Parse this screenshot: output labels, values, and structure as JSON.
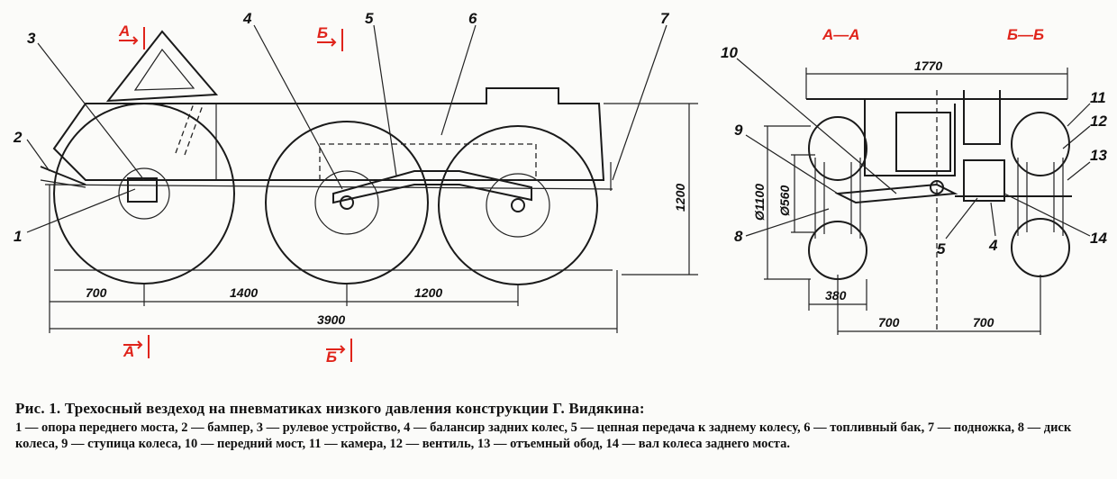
{
  "figure": {
    "section_labels": {
      "a_a": "А—А",
      "b_b": "Б—Б",
      "a": "А",
      "b": "Б"
    },
    "callouts_side": [
      "1",
      "2",
      "3",
      "4",
      "5",
      "6",
      "7"
    ],
    "callouts_section": [
      "8",
      "9",
      "10",
      "11",
      "12",
      "13",
      "14",
      "5",
      "4"
    ],
    "dimensions_side": {
      "front_overhang": "700",
      "wheelbase_1": "1400",
      "wheelbase_2": "1200",
      "length": "3900",
      "height": "1200"
    },
    "dimensions_section": {
      "width": "1770",
      "tire_diameter": "Ø1100",
      "rim_diameter": "Ø560",
      "tire_width": "380",
      "half_track_left": "700",
      "half_track_right": "700"
    }
  },
  "caption": {
    "title": "Рис. 1. Трехосный вездеход на пневматиках низкого давления конструкции Г. Видякина:",
    "body": "1 — опора переднего моста, 2 — бампер, 3 — рулевое устройство, 4 — балансир задних колес, 5 — цепная передача к заднему колесу, 6 — топливный бак, 7 — подножка, 8 — диск колеса, 9 — ступица колеса, 10 — передний мост, 11 — камера, 12 — вентиль, 13 — отъемный обод, 14 — вал колеса заднего моста."
  }
}
